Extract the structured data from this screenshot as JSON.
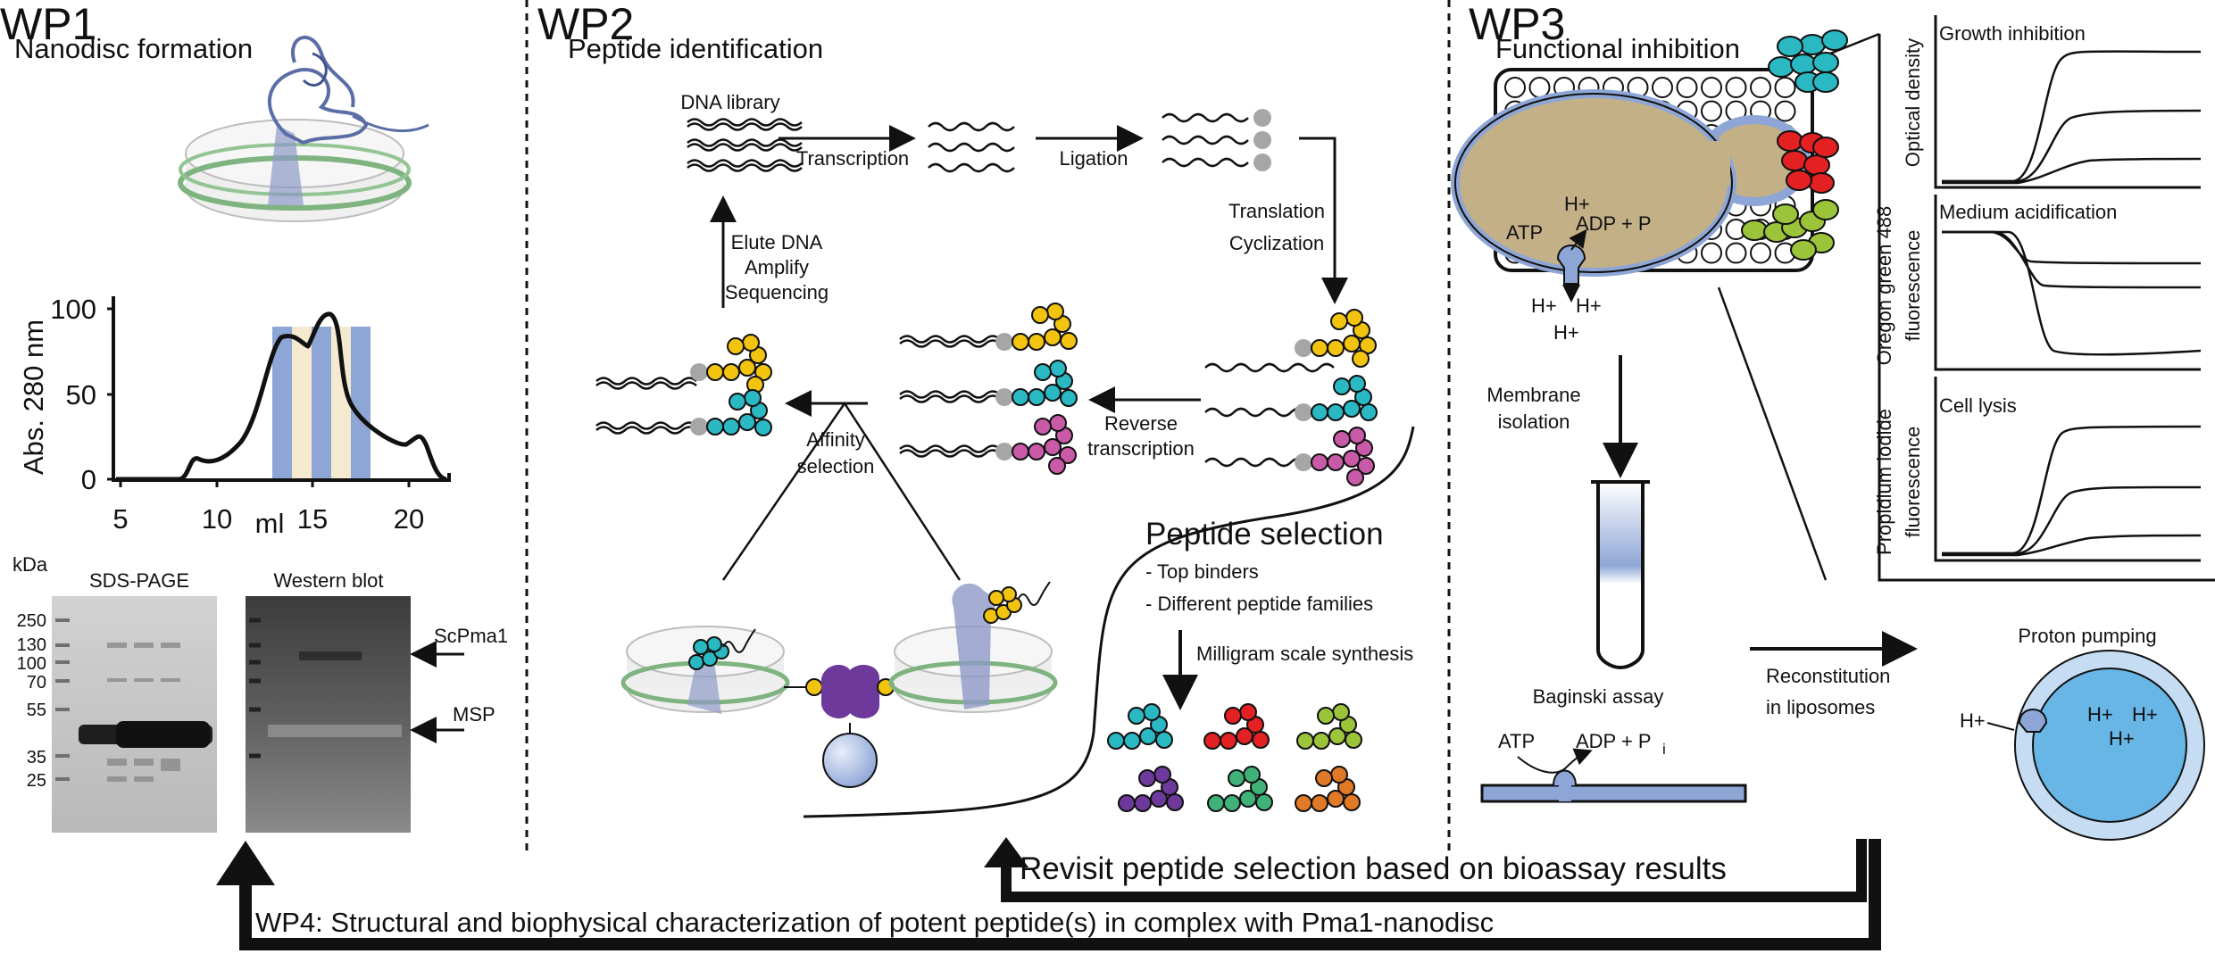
{
  "wp1": {
    "heading": "WP1",
    "subtitle": "Nanodisc formation",
    "sec_chart": {
      "ylabel": "Abs. 280 nm",
      "xlabel": "ml",
      "y_ticks": [
        "0",
        "50",
        "100"
      ],
      "x_ticks": [
        "5",
        "10",
        "15",
        "20"
      ]
    },
    "gel": {
      "unit": "kDa",
      "markers": [
        "250",
        "130",
        "100",
        "70",
        "55",
        "35",
        "25"
      ],
      "sds_title": "SDS-PAGE",
      "wb_title": "Western blot",
      "band_upper": "ScPma1",
      "band_lower": "MSP"
    }
  },
  "wp2": {
    "heading": "WP2",
    "subtitle": "Peptide identification",
    "dna_library": "DNA library",
    "transcription": "Transcription",
    "ligation": "Ligation",
    "translation": "Translation",
    "cyclization": "Cyclization",
    "elute_1": "Elute DNA",
    "elute_2": "Amplify",
    "elute_3": "Sequencing",
    "reverse_1": "Reverse",
    "reverse_2": "transcription",
    "affinity_1": "Affinity",
    "affinity_2": "selection",
    "selection_title": "Peptide selection",
    "selection_item_1": "- Top binders",
    "selection_item_2": "- Different peptide families",
    "synthesis": "Milligram scale synthesis"
  },
  "wp3": {
    "heading": "WP3",
    "subtitle": "Functional inhibition",
    "cell": {
      "hplus_top": "H+",
      "atp": "ATP",
      "adp": "ADP + P",
      "hplus_out_1": "H+",
      "hplus_out_2": "H+",
      "hplus_out_3": "H+"
    },
    "membrane_1": "Membrane",
    "membrane_2": "isolation",
    "baginski": "Baginski assay",
    "baginski_atp": "ATP",
    "baginski_adp": "ADP + P",
    "baginski_sub": "i",
    "reconstitution_1": "Reconstitution",
    "reconstitution_2": "in liposomes",
    "proton_pumping": "Proton pumping",
    "lipo_h_out": "H+",
    "lipo_h_in_1": "H+",
    "lipo_h_in_2": "H+",
    "lipo_h_in_3": "H+",
    "panels": [
      {
        "title": "Growth inhibition",
        "ylabel_1": "Optical density",
        "ylabel_2": ""
      },
      {
        "title": "Medium acidification",
        "ylabel_1": "Oregon green 488",
        "ylabel_2": "fluorescence"
      },
      {
        "title": "Cell lysis",
        "ylabel_1": "Propidium iodide",
        "ylabel_2": "fluorescence"
      }
    ]
  },
  "feedback": {
    "revisit": "Revisit peptide selection based on bioassay results",
    "wp4": "WP4: Structural and biophysical characterization of potent peptide(s) in complex with Pma1-nanodisc"
  },
  "colors": {
    "yellow": "#f2c40f",
    "teal": "#2ab8c2",
    "magenta": "#c95aa8",
    "red": "#e32022",
    "lime": "#9cc43a",
    "green": "#3fb27a",
    "orange": "#e07a26",
    "purple": "#6d3a9c",
    "cell_fill": "#c4b087",
    "membrane": "#8ea6d6",
    "lipo_inner": "#67b6e6",
    "lipo_outer": "#c6dcf2",
    "lane_blue": "#8ea6d6",
    "lane_cream": "#f5ead0"
  }
}
